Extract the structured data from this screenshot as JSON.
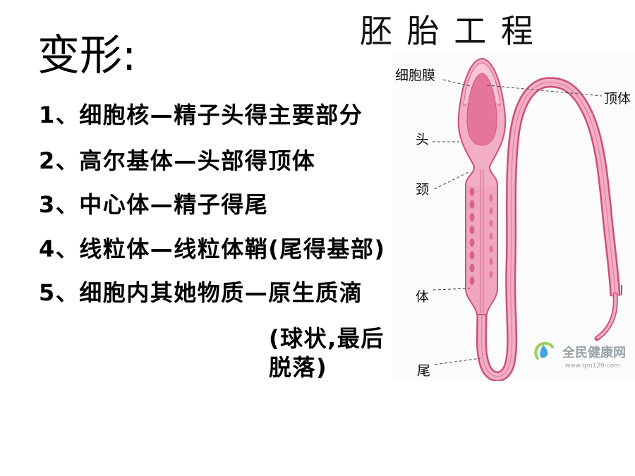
{
  "slide": {
    "title": "胚 胎 工 程",
    "heading": "变形:",
    "items": [
      "1、细胞核—精子头得主要部分",
      "2、高尔基体—头部得顶体",
      "3、中心体—精子得尾",
      "4、线粒体—线粒体鞘(尾得基部)",
      "5、细胞内其她物质—原生质滴"
    ],
    "note": [
      "(球状,最后",
      "脱落)"
    ]
  },
  "diagram": {
    "labels": {
      "cell_membrane": "细胞膜",
      "acrosome": "顶体",
      "head": "头",
      "neck": "颈",
      "body": "体",
      "tail": "尾"
    },
    "watermark": {
      "name": "全民健康网",
      "url": "www.qm120.com"
    },
    "colors": {
      "outline": "#cc4f78",
      "fill": "#f2aec3",
      "nucleus": "#e47799",
      "midpiece": "#f0a6bc",
      "leader_line": "#444444",
      "watermark_text": "#9aa3a8"
    }
  },
  "colors": {
    "text": "#000000",
    "background": "#ffffff"
  }
}
